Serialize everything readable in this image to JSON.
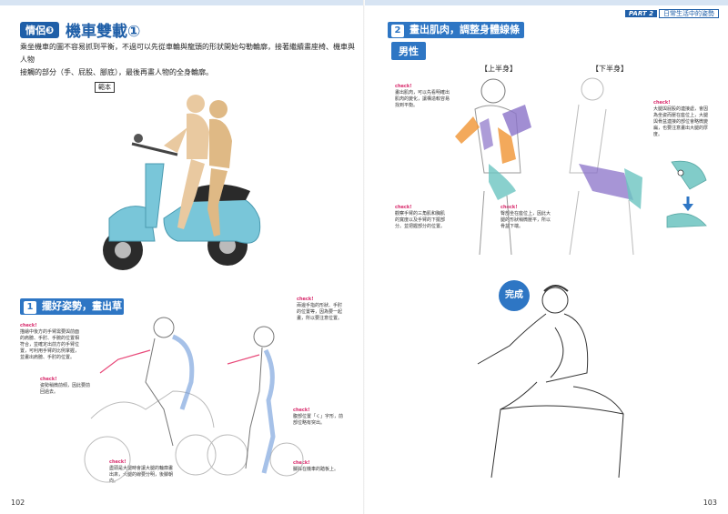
{
  "left_page": {
    "badge": "情侶❸",
    "title": "機車雙載①",
    "intro": [
      "乘坐機車的圖不容易抓到平衡，不過可以先從車輪與龍頭的形狀開始勾勒輪廓，接著繼續畫座椅、機車與人物",
      "接觸的部分（手、屁股、腳底），最後再畫人物的全身輪廓。"
    ],
    "sample_label": "範本",
    "section1": {
      "num": "1",
      "title": "擺好姿勢，畫出草圖"
    },
    "checks": [
      {
        "label": "check!",
        "text": "描繪中後方的手臂需要與前面的肩膀、手肘、手腕的位置相符合，並確定出前方的手臂位置，可利用手臂的比例掌握，並畫出肩膀、手肘的位置。"
      },
      {
        "label": "check!",
        "text": "姿勢稍微前傾，因此要前回過去。"
      },
      {
        "label": "check!",
        "text": "盡頭是大腿時會讓大腿的輪廓畫出來，大腿的線要分明，後腳朝向。"
      },
      {
        "label": "check!",
        "text": "兩邊手指的形狀、手肘的位置等，因為要一起畫，所以要注意位置。"
      },
      {
        "label": "check!",
        "text": "腹部位置「く」字形，前部位略有突出。"
      },
      {
        "label": "check!",
        "text": "腳踩在機車的踏板上。"
      }
    ],
    "page_number": "102"
  },
  "right_page": {
    "part_label": "PART 2",
    "part_title": "日常生活中的姿勢",
    "section2": {
      "num": "2",
      "title": "畫出肌肉，調整身體線條"
    },
    "male_tag": "男性",
    "upper_label": "【上半身】",
    "lower_label": "【下半身】",
    "checks": [
      {
        "label": "check!",
        "text": "畫出肌肉，可以先看明確出肌肉的變化，讓構造較容易找到平衡。"
      },
      {
        "label": "check!",
        "text": "觀察手臂的三角肌和胸肌的寬度以及手臂的下擺部分。並把握部分的位置。"
      },
      {
        "label": "check!",
        "text": "臀部坐在座位上，因此大腿的形狀稍微壓平，所以骨盆下端。"
      },
      {
        "label": "check!",
        "text": "大腿與屁股的連接處，會因為坐姿而壓在座位上，大腿與骨盆連接的部位會略微變扁，也要注意畫出大腿的厚度。"
      }
    ],
    "done_label": "完成",
    "page_number": "103"
  },
  "colors": {
    "brand_blue": "#1f5fa8",
    "section_blue": "#2e76c4",
    "check_pink": "#d8286a",
    "scooter_blue": "#79c6d9",
    "muscle_purple": "#8a72c8",
    "muscle_orange": "#f19a3e",
    "muscle_teal": "#6cc4c0",
    "sketch_pink": "#e84a7a",
    "sketch_blue": "#6a98d8"
  }
}
